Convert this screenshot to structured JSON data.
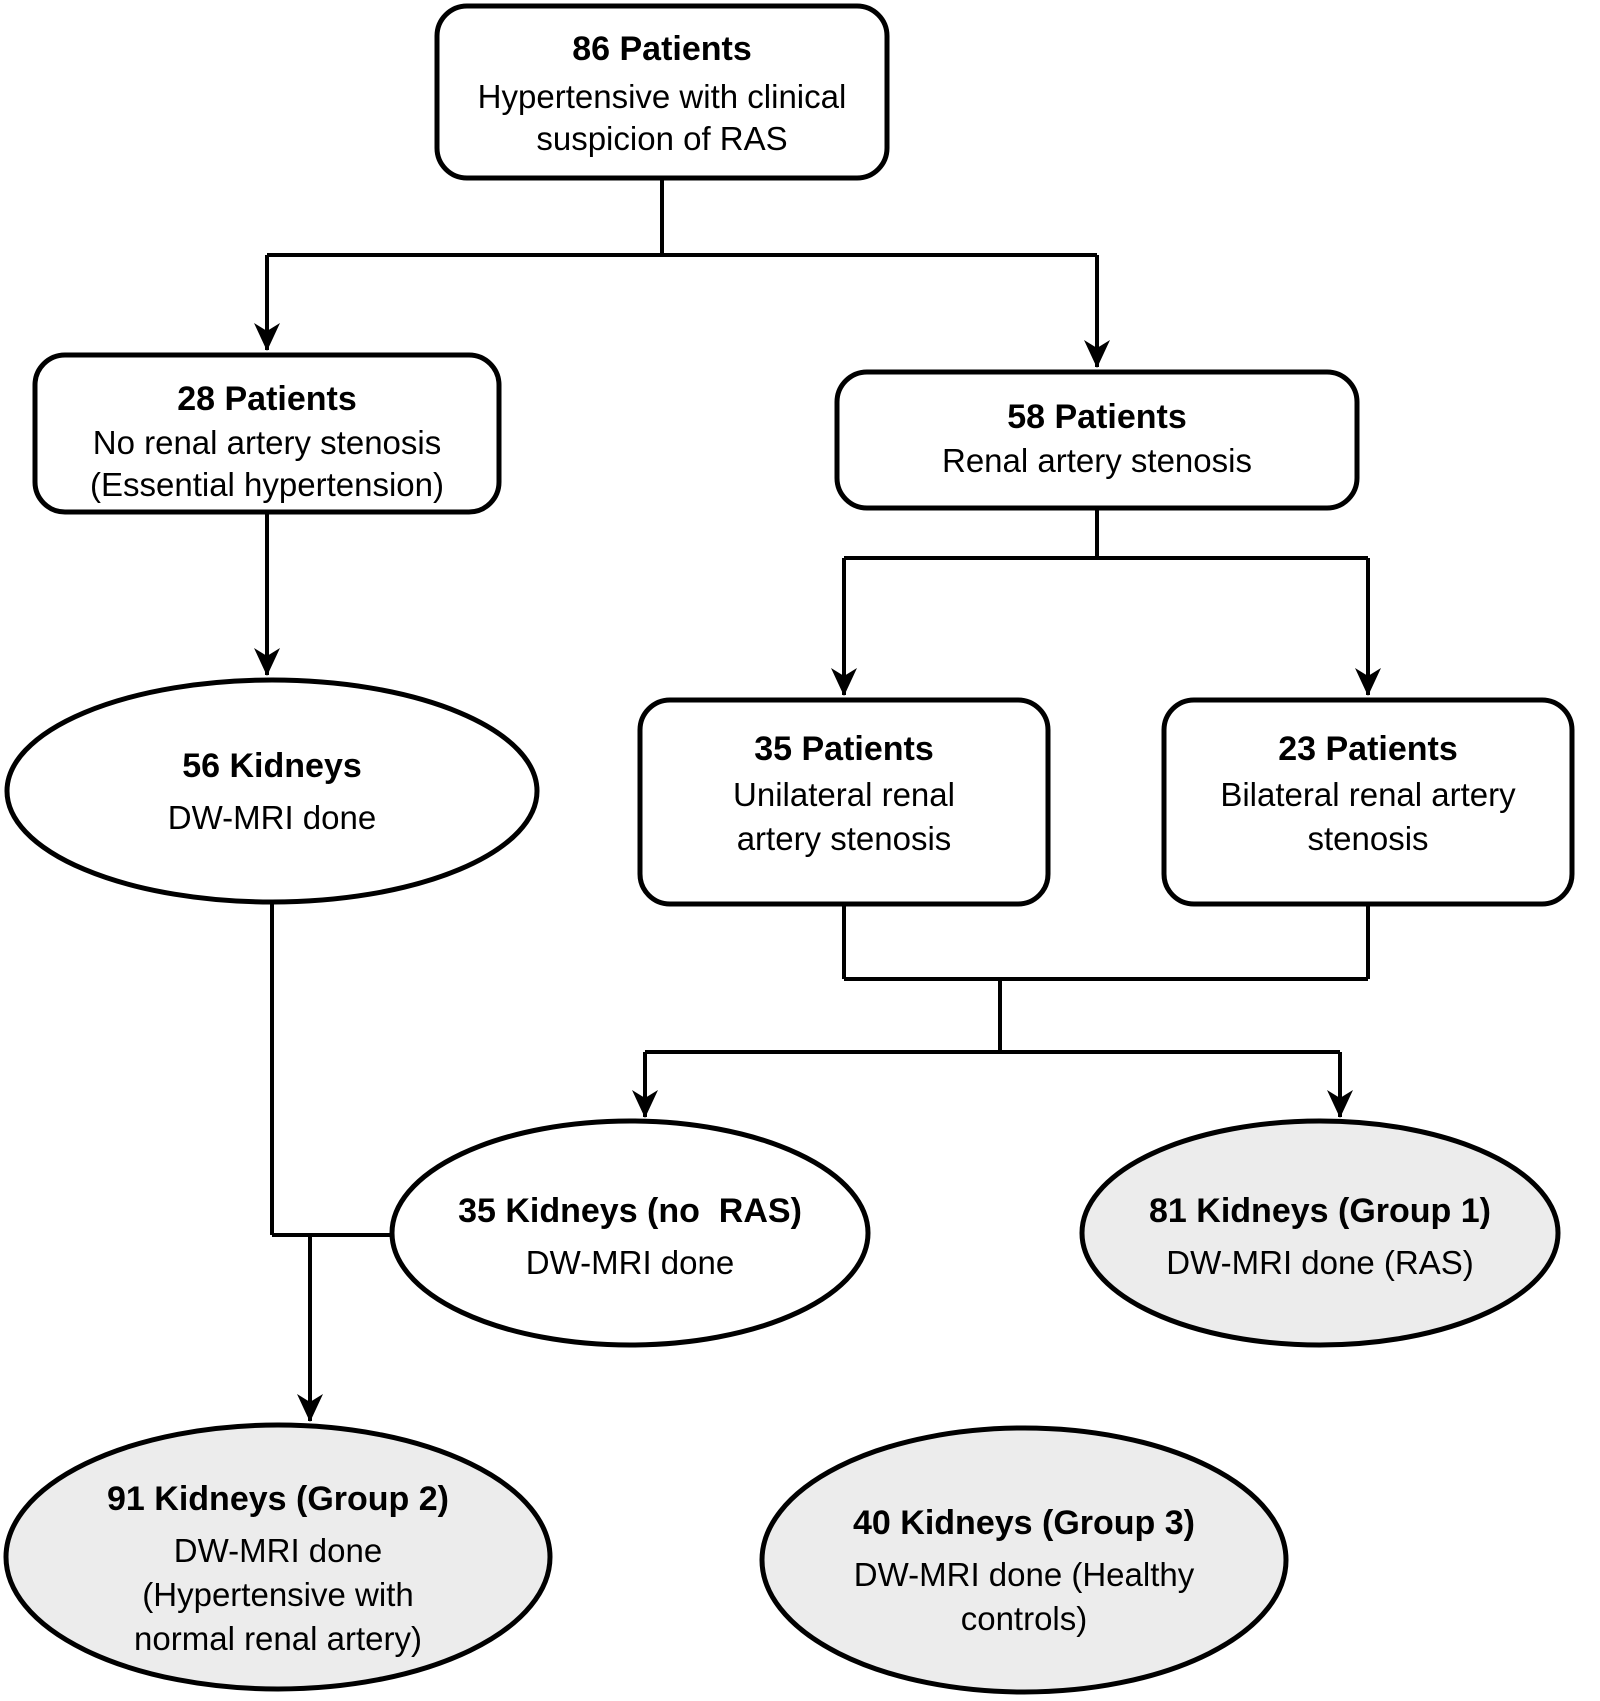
{
  "diagram": {
    "background": "#ffffff",
    "colors": {
      "stroke": "#000000",
      "node_fill": "#ffffff",
      "group_fill": "#ececec"
    },
    "nodes": {
      "total": {
        "title": "86 Patients",
        "line1": "Hypertensive with clinical",
        "line2": "suspicion of RAS"
      },
      "no_stenosis": {
        "title": "28 Patients",
        "line1": "No renal artery stenosis",
        "line2": "(Essential hypertension)"
      },
      "stenosis": {
        "title": "58 Patients",
        "line1": "Renal artery stenosis"
      },
      "unilateral": {
        "title": "35 Patients",
        "line1": "Unilateral renal",
        "line2": "artery stenosis"
      },
      "bilateral": {
        "title": "23 Patients",
        "line1": "Bilateral renal artery",
        "line2": "stenosis"
      },
      "kidneys_56": {
        "title": "56 Kidneys",
        "line1": "DW-MRI done"
      },
      "kidneys_35": {
        "title": "35 Kidneys (no  RAS)",
        "line1": "DW-MRI done"
      },
      "group_1": {
        "title": "81 Kidneys (Group 1)",
        "line1": "DW-MRI done (RAS)"
      },
      "group_2": {
        "title": "91 Kidneys (Group 2)",
        "line1": "DW-MRI done",
        "line2": "(Hypertensive with",
        "line3": "normal renal artery)"
      },
      "group_3": {
        "title": "40 Kidneys (Group 3)",
        "line1": "DW-MRI done (Healthy",
        "line2": "controls)"
      }
    }
  }
}
